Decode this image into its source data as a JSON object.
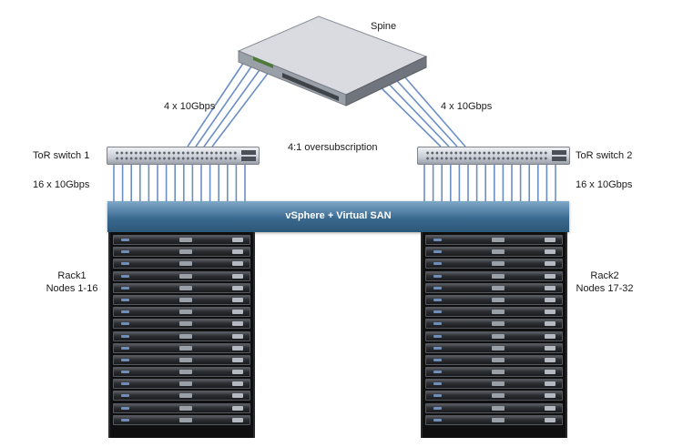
{
  "spine": {
    "label": "Spine"
  },
  "uplinks": {
    "left_label": "4 x 10Gbps",
    "right_label": "4 x 10Gbps"
  },
  "oversubscription": {
    "label": "4:1 oversubscription"
  },
  "tor_switches": [
    {
      "label": "ToR switch 1",
      "downlink_label": "16 x 10Gbps"
    },
    {
      "label": "ToR switch 2",
      "downlink_label": "16 x 10Gbps"
    }
  ],
  "cluster_band": {
    "label": "vSphere + Virtual SAN"
  },
  "racks": [
    {
      "name": "Rack1",
      "nodes": "Nodes 1-16"
    },
    {
      "name": "Rack2",
      "nodes": "Nodes 17-32"
    }
  ],
  "colors": {
    "link": "#6b8fc4",
    "band": "#3b6a90"
  }
}
